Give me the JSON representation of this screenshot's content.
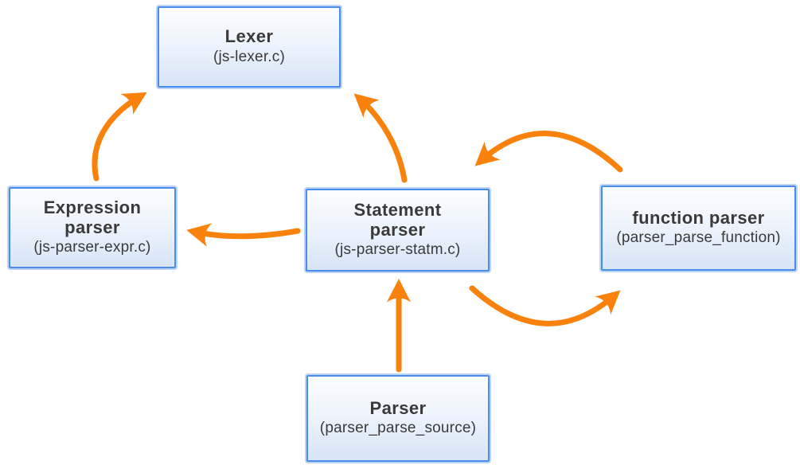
{
  "diagram": {
    "background_color": "#ffffff",
    "arrow_color": "#f8820b",
    "box_border_color": "#4a8ceb",
    "box_fill_top": "#fcfdff",
    "box_fill_bottom": "#d7e5f7",
    "text_color": "#3a3a3a",
    "nodes": [
      {
        "id": "lexer",
        "title": "Lexer",
        "subtitle": "(js-lexer.c)"
      },
      {
        "id": "expression-parser",
        "title": "Expression\nparser",
        "subtitle": "(js-parser-expr.c)"
      },
      {
        "id": "statement-parser",
        "title": "Statement\nparser",
        "subtitle": "(js-parser-statm.c)"
      },
      {
        "id": "function-parser",
        "title": "function parser",
        "subtitle": "(parser_parse_function)"
      },
      {
        "id": "parser",
        "title": "Parser",
        "subtitle": "(parser_parse_source)"
      }
    ],
    "edges": [
      {
        "from": "expression-parser",
        "to": "lexer"
      },
      {
        "from": "statement-parser",
        "to": "lexer"
      },
      {
        "from": "statement-parser",
        "to": "expression-parser"
      },
      {
        "from": "function-parser",
        "to": "statement-parser"
      },
      {
        "from": "statement-parser",
        "to": "function-parser"
      },
      {
        "from": "parser",
        "to": "statement-parser"
      }
    ]
  }
}
